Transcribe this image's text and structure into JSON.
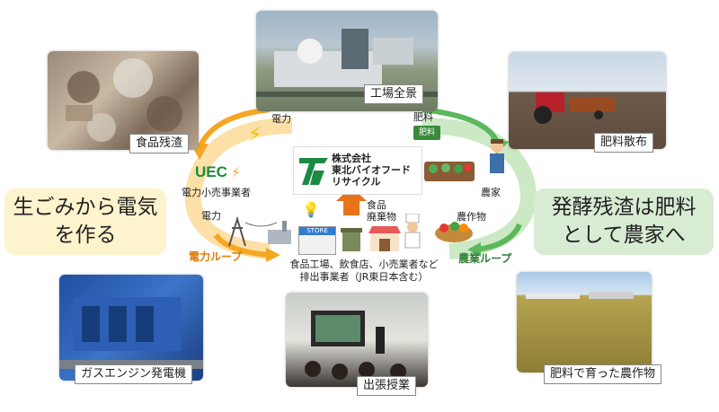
{
  "photos": {
    "food_waste": "食品残渣",
    "factory": "工場全景",
    "fertilizer_spreading": "肥料散布",
    "gas_engine": "ガスエンジン発電機",
    "lecture": "出張授業",
    "crops": "肥料で育った農作物"
  },
  "callouts": {
    "left_line1": "生ごみから電気",
    "left_line2": "を作る",
    "right_line1": "発酵残渣は肥料",
    "right_line2": "として農家へ"
  },
  "center": {
    "company_line1": "株式会社",
    "company_line2": "東北バイオフード",
    "company_line3": "リサイクル",
    "uec_logo": "UEC",
    "electricity_retailer": "電力小売事業者",
    "power_top": "電力",
    "power_bottom": "電力",
    "fertilizer": "肥料",
    "fertilizer_bag": "肥料",
    "farmer": "農家",
    "crops": "農作物",
    "food_waste_line1": "食品",
    "food_waste_line2": "廃棄物",
    "store_sign": "STORE",
    "dischargers_line1": "食品工場、飲食店、小売業者など",
    "dischargers_line2": "排出事業者（JR東日本含む）",
    "power_loop": "電力ループ",
    "agri_loop": "農業ループ"
  },
  "colors": {
    "left_callout_bg": "#fdf3cc",
    "right_callout_bg": "#d8ecd4",
    "power_loop": "#f5a623",
    "agri_loop": "#5cb85c",
    "power_loop_text": "#e07b00",
    "agri_loop_text": "#2e7d32"
  }
}
